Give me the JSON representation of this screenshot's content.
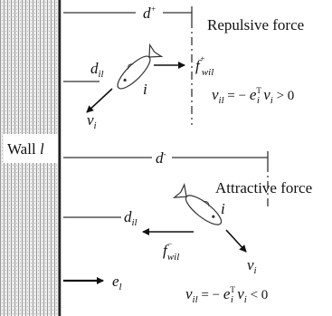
{
  "wall": {
    "label": "Wall ",
    "index": "l"
  },
  "distances": {
    "top": {
      "var": "d",
      "sup": "+"
    },
    "bottom": {
      "var": "d",
      "sup": "-"
    }
  },
  "top_case": {
    "title": "Repulsive force",
    "distance": {
      "var": "d",
      "sub": "il"
    },
    "fish": "i",
    "velocity": {
      "var": "v",
      "sub": "i"
    },
    "force": {
      "var": "f",
      "sup": "+",
      "sub": "wil"
    },
    "equation": {
      "lhs_var": "v",
      "lhs_sub": "il",
      "eq": " = − ",
      "e": "e",
      "e_sub": "i",
      "e_sup": "T",
      "v": " v",
      "v_sub": "i",
      "rel": " > 0"
    }
  },
  "bottom_case": {
    "title": "Attractive force",
    "distance": {
      "var": "d",
      "sub": "il"
    },
    "fish": "i",
    "velocity": {
      "var": "v",
      "sub": "i"
    },
    "force": {
      "var": "f",
      "sup": "−",
      "sub": "wil"
    },
    "equation": {
      "lhs_var": "v",
      "lhs_sub": "il",
      "eq": " = − ",
      "e": "e",
      "e_sub": "i",
      "e_sup": "T",
      "v": " v",
      "v_sub": "i",
      "rel": " < 0"
    }
  },
  "normal_vector": {
    "var": "e",
    "sub": "l"
  }
}
